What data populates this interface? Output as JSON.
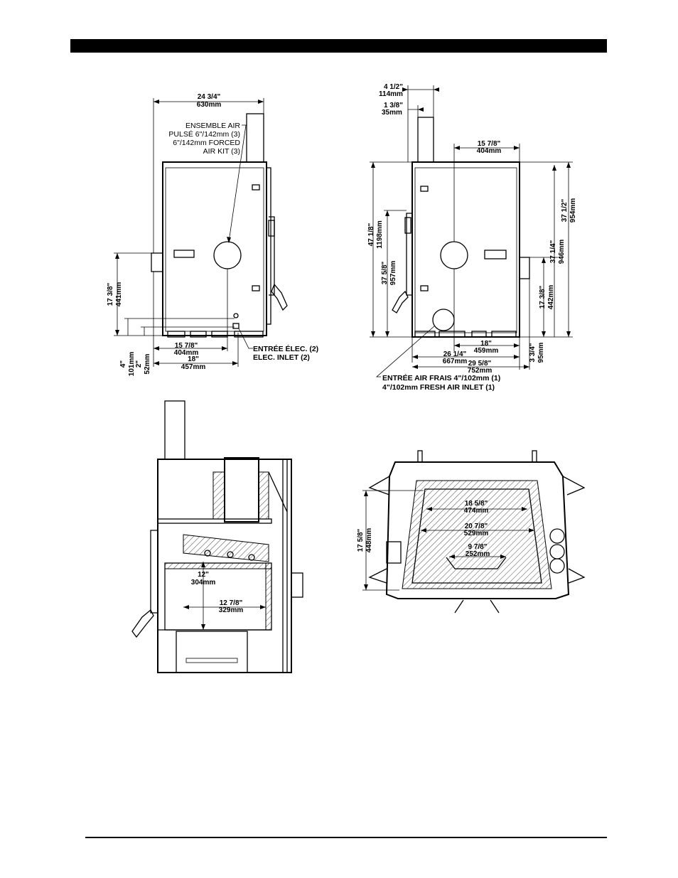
{
  "front_view": {
    "width_in": "24  3/4\"",
    "width_mm": "630mm",
    "callout_fr_1": "ENSEMBLE AIR",
    "callout_fr_2": "PULSÉ 6\"/142mm (3)",
    "callout_en_1": "6\"/142mm FORCED",
    "callout_en_2": "AIR KIT (3)",
    "height_in": "17  3/8\"",
    "height_mm": "441mm",
    "inner_w_in": "15  7/8\"",
    "inner_w_mm": "404mm",
    "base_w_in": "18\"",
    "base_w_mm": "457mm",
    "d4_in": "4\"",
    "d4_mm": "101mm",
    "d2_in": "2\"",
    "d2_mm": "52mm",
    "elec_fr": "ENTRÉE ÉLEC. (2)",
    "elec_en": "ELEC. INLET (2)"
  },
  "side_view": {
    "top_in": "4  1/2\"",
    "top_mm": "114mm",
    "top2_in": "1  3/8\"",
    "top2_mm": "35mm",
    "inner_w_in": "15  7/8\"",
    "inner_w_mm": "404mm",
    "total_h_in": "47  1/8\"",
    "total_h_mm": "1198mm",
    "h2_in": "37  5/8\"",
    "h2_mm": "957mm",
    "r1_in": "37  1/2\"",
    "r1_mm": "954mm",
    "r2_in": "37  1/4\"",
    "r2_mm": "946mm",
    "r3_in": "17  3/8\"",
    "r3_mm": "442mm",
    "base1_in": "18\"",
    "base1_mm": "459mm",
    "base2_in": "26  1/4\"",
    "base2_mm": "667mm",
    "base3_in": "29  5/8\"",
    "base3_mm": "752mm",
    "side_in": "3  3/4\"",
    "side_mm": "95mm",
    "fresh_fr": "ENTRÉE AIR FRAIS 4\"/102mm (1)",
    "fresh_en": "4\"/102mm FRESH AIR INLET (1)"
  },
  "section_view": {
    "d1_in": "12\"",
    "d1_mm": "304mm",
    "d2_in": "12  7/8\"",
    "d2_mm": "329mm"
  },
  "top_view": {
    "d1_in": "18  5/8\"",
    "d1_mm": "474mm",
    "d2_in": "20  7/8\"",
    "d2_mm": "529mm",
    "d3_in": "9  7/8\"",
    "d3_mm": "252mm",
    "h_in": "17  5/8\"",
    "h_mm": "448mm"
  }
}
